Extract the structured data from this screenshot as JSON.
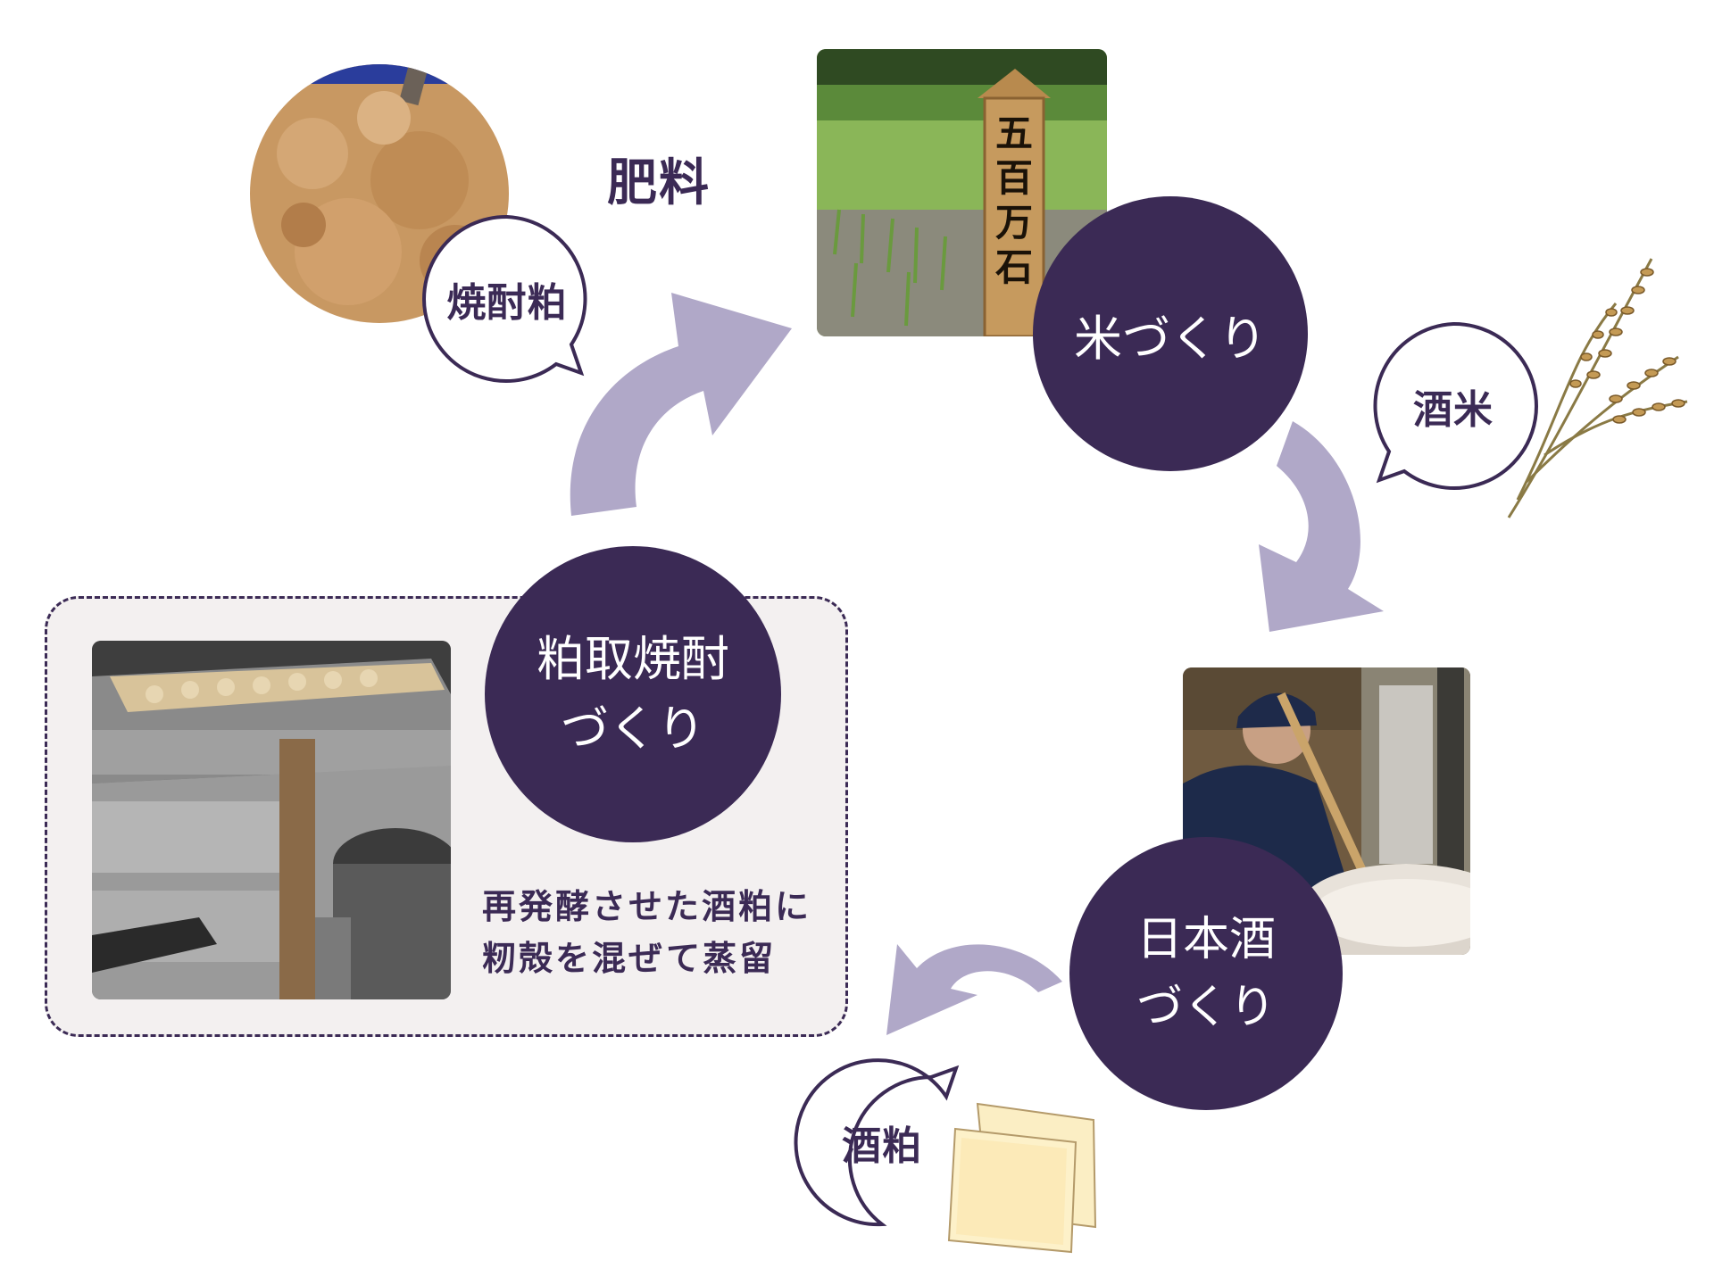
{
  "colors": {
    "primary": "#3b2a55",
    "arrow": "#b0a8c8",
    "box_bg": "#f3f0f0",
    "text_light": "#ffffff"
  },
  "cycle": {
    "rice_making": {
      "label": "米づくり"
    },
    "sake_making": {
      "line1": "日本酒",
      "line2": "づくり"
    },
    "shochu_making": {
      "line1": "粕取焼酎",
      "line2": "づくり"
    }
  },
  "bubbles": {
    "shochu_lees": "焼酎粕",
    "sake_rice": "酒米",
    "sake_lees": "酒粕"
  },
  "fertilizer_label": "肥料",
  "shochu_description": {
    "line1": "再発酵させた酒粕に",
    "line2": "籾殻を混ぜて蒸留"
  },
  "rice_sign": {
    "line1": "五",
    "line2": "百",
    "line3": "万",
    "line4": "石"
  }
}
